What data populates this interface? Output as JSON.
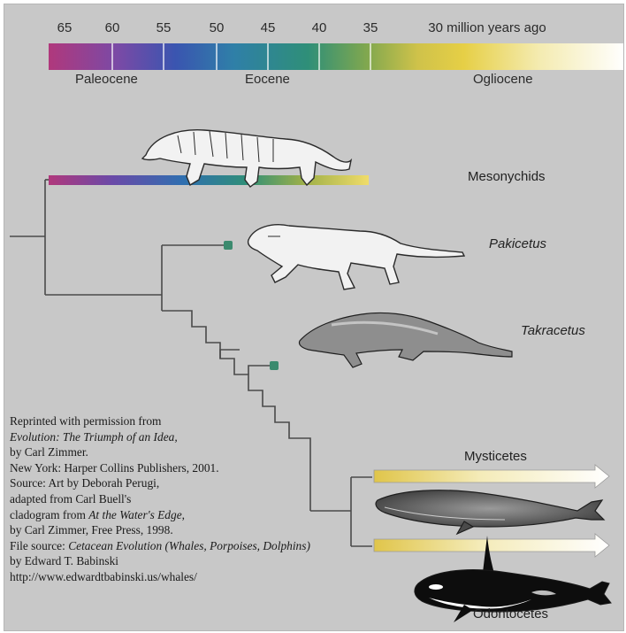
{
  "timescale": {
    "ticks": [
      "65",
      "60",
      "55",
      "50",
      "45",
      "40",
      "35",
      "30 million years ago"
    ],
    "epochs": [
      "Paleocene",
      "Eocene",
      "Ogliocene"
    ]
  },
  "taxa": {
    "mesonychids": "Mesonychids",
    "pakicetus": "Pakicetus",
    "takracetus": "Takracetus",
    "mysticetes": "Mysticetes",
    "odontocetes": "Odontocetes"
  },
  "credit": {
    "line1": "Reprinted with permission from",
    "line2": "Evolution: The Triumph of an Idea,",
    "line3": "by Carl Zimmer.",
    "line4": "New York: Harper Collins Publishers, 2001.",
    "line5": "Source: Art by Deborah Perugi,",
    "line6": "adapted from Carl Buell's",
    "line7_prefix": "cladogram from ",
    "line7_title": "At the Water's Edge",
    "line7_suffix": ",",
    "line8": "by Carl Zimmer, Free Press, 1998.",
    "line9_prefix": "File source: ",
    "line9_title": "Cetacean Evolution (Whales, Porpoises, Dolphins)",
    "line10": "by Edward T. Babinski",
    "line11": "http://www.edwardtbabinski.us/whales/"
  },
  "colors": {
    "background": "#c8c8c8",
    "tree_line": "#4a4a4a",
    "timescale_start": "#b0387c",
    "timescale_mid": "#2f8f78",
    "timescale_yellow": "#e6cf46",
    "timescale_end": "#ffffff"
  },
  "icons": [
    "mesonychid-animal-icon",
    "pakicetus-animal-icon",
    "takracetus-animal-icon",
    "baleen-whale-icon",
    "orca-icon"
  ]
}
